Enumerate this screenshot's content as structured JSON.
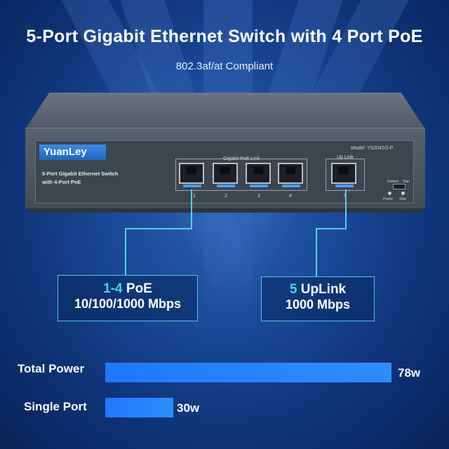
{
  "title": "5-Port Gigabit Ethernet Switch with 4 Port PoE",
  "subtitle": "802.3af/at Compliant",
  "device": {
    "brand": "YuanLey",
    "model": "Model: YS2041G-P",
    "description_line1": "5-Port Gigabit  Ethernet Switch",
    "description_line2": "with 4-Port PoE",
    "poe_group_label": "Gigabit PoE Link",
    "uplink_group_label": "Up Link",
    "port_numbers": [
      "1",
      "2",
      "3",
      "4"
    ],
    "uplink_port_number": "5",
    "switch_default": "Default",
    "switch_vlan": "Vlan",
    "led_power": "Power",
    "led_vlan": "Vlan"
  },
  "callouts": {
    "poe": {
      "range": "1-4",
      "label": "PoE",
      "speed": "10/100/1000 Mbps"
    },
    "uplink": {
      "range": "5",
      "label": "UpLink",
      "speed": "1000 Mbps"
    }
  },
  "power": {
    "total": {
      "label": "Total Power",
      "value": "78w",
      "watts": 78
    },
    "single": {
      "label": "Single Port",
      "value": "30w",
      "watts": 30
    }
  },
  "colors": {
    "background": "#1a4a98",
    "accent_cyan": "#47d7f0",
    "bar_blue": "#2d8dff",
    "brand_blue": "#2a7ad8"
  }
}
